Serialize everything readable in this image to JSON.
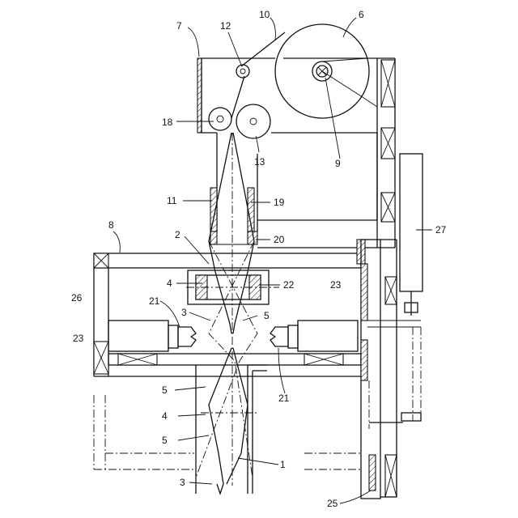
{
  "labels": {
    "l1": "1",
    "l2": "2",
    "l3a": "3",
    "l3b": "3",
    "l4a": "4",
    "l4b": "4",
    "l5a": "5",
    "l5b": "5",
    "l5c": "5",
    "l6": "6",
    "l7": "7",
    "l8": "8",
    "l9": "9",
    "l10": "10",
    "l11": "11",
    "l12": "12",
    "l13": "13",
    "l18": "18",
    "l19": "19",
    "l20": "20",
    "l21a": "21",
    "l21b": "21",
    "l22": "22",
    "l23a": "23",
    "l23b": "23",
    "l25": "25",
    "l26": "26",
    "l27": "27"
  }
}
